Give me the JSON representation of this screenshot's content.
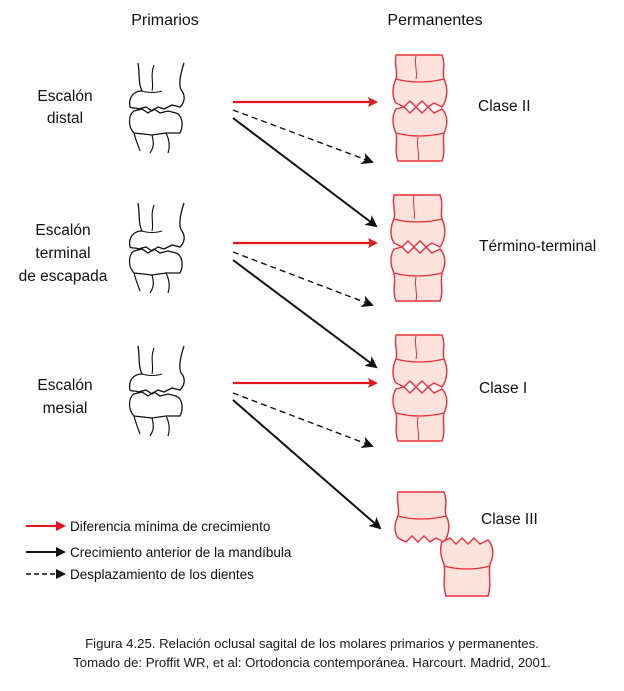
{
  "headers": {
    "primary": "Primarios",
    "permanent": "Permanentes"
  },
  "rows": [
    {
      "left_label_lines": [
        "Escalón",
        "distal"
      ],
      "right_label": "Clase II"
    },
    {
      "left_label_lines": [
        "Escalón",
        "terminal",
        "de escapada"
      ],
      "right_label": "Término-terminal"
    },
    {
      "left_label_lines": [
        "Escalón",
        "mesial"
      ],
      "right_label": "Clase I"
    },
    {
      "left_label_lines": [],
      "right_label": "Clase III"
    }
  ],
  "legend": [
    {
      "label": "Diferencia mínima de crecimiento",
      "style": "red-solid"
    },
    {
      "label": "Crecimiento anterior de la mandíbula",
      "style": "black-solid"
    },
    {
      "label": "Desplazamiento de los dientes",
      "style": "black-dashed"
    }
  ],
  "caption": {
    "line1": "Figura 4.25. Relación oclusal sagital de los molares primarios y permanentes.",
    "line2": "Tomado de: Proffit WR, et al: Ortodoncia contemporánea. Harcourt. Madrid, 2001."
  },
  "colors": {
    "red_arrow": "#e3141b",
    "black_arrow": "#111111",
    "tooth_fill": "#fde3dc",
    "tooth_stroke": "#e8303a"
  }
}
